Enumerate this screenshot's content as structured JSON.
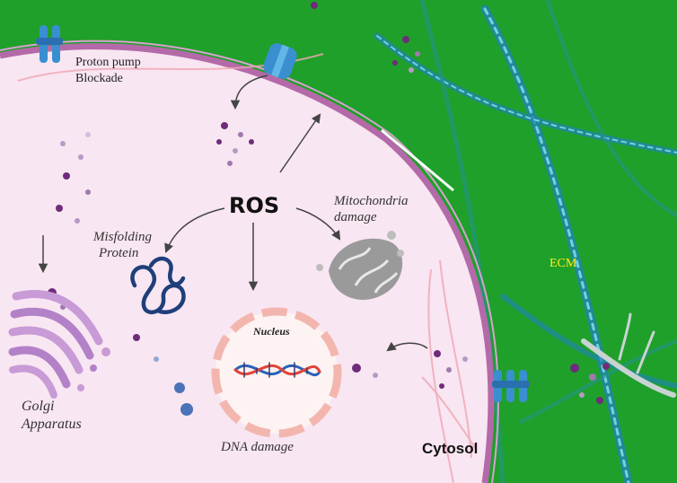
{
  "labels": {
    "proton_pump": "Proton pump",
    "blockade": "Blockade",
    "ros": "ROS",
    "mito_line1": "Mitochondria",
    "mito_line2": "damage",
    "misfold_line1": "Misfolding",
    "misfold_line2": "Protein",
    "nucleus": "Nucleus",
    "ecm": "ECM",
    "golgi_line1": "Golgi",
    "golgi_line2": "Apparatus",
    "dna_damage": "DNA damage",
    "cytosol": "Cytosol"
  },
  "icons": {
    "proton_pump": "ion-channel-icon",
    "golgi": "golgi-apparatus-icon",
    "mitochondria": "mitochondria-icon",
    "protein": "misfolded-protein-icon",
    "dna": "dna-helix-icon",
    "fibers": "ecm-fiber-icon"
  },
  "colors": {
    "ecm_background": "#1fa02a",
    "cytoplasm": "#f8e6f2",
    "membrane": "#b46aa8",
    "ros_particles": "#6e2c7a",
    "nucleus_envelope": "#f3b6ae",
    "channel": "#3a8fd0",
    "ecm_label": "#ffee22",
    "arrows": "#444444"
  }
}
